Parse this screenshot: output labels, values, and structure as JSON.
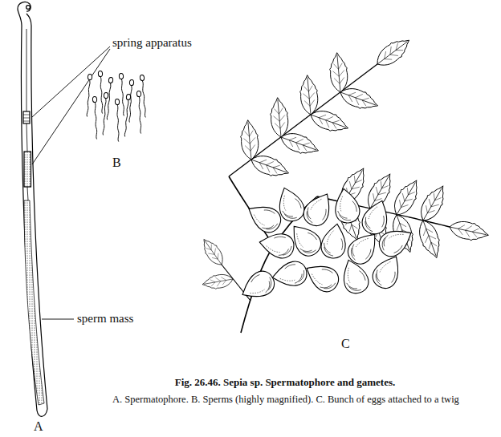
{
  "diagram": {
    "caption": "Fig. 26.46. Sepia sp. Spermatophore and gametes.",
    "labels": [
      "spring apparatus",
      "sperm mass",
      "A",
      "B",
      "C",
      "A. Spermatophore. B. Sperms (highly magnified). C. Bunch of eggs attached to a twig"
    ]
  }
}
